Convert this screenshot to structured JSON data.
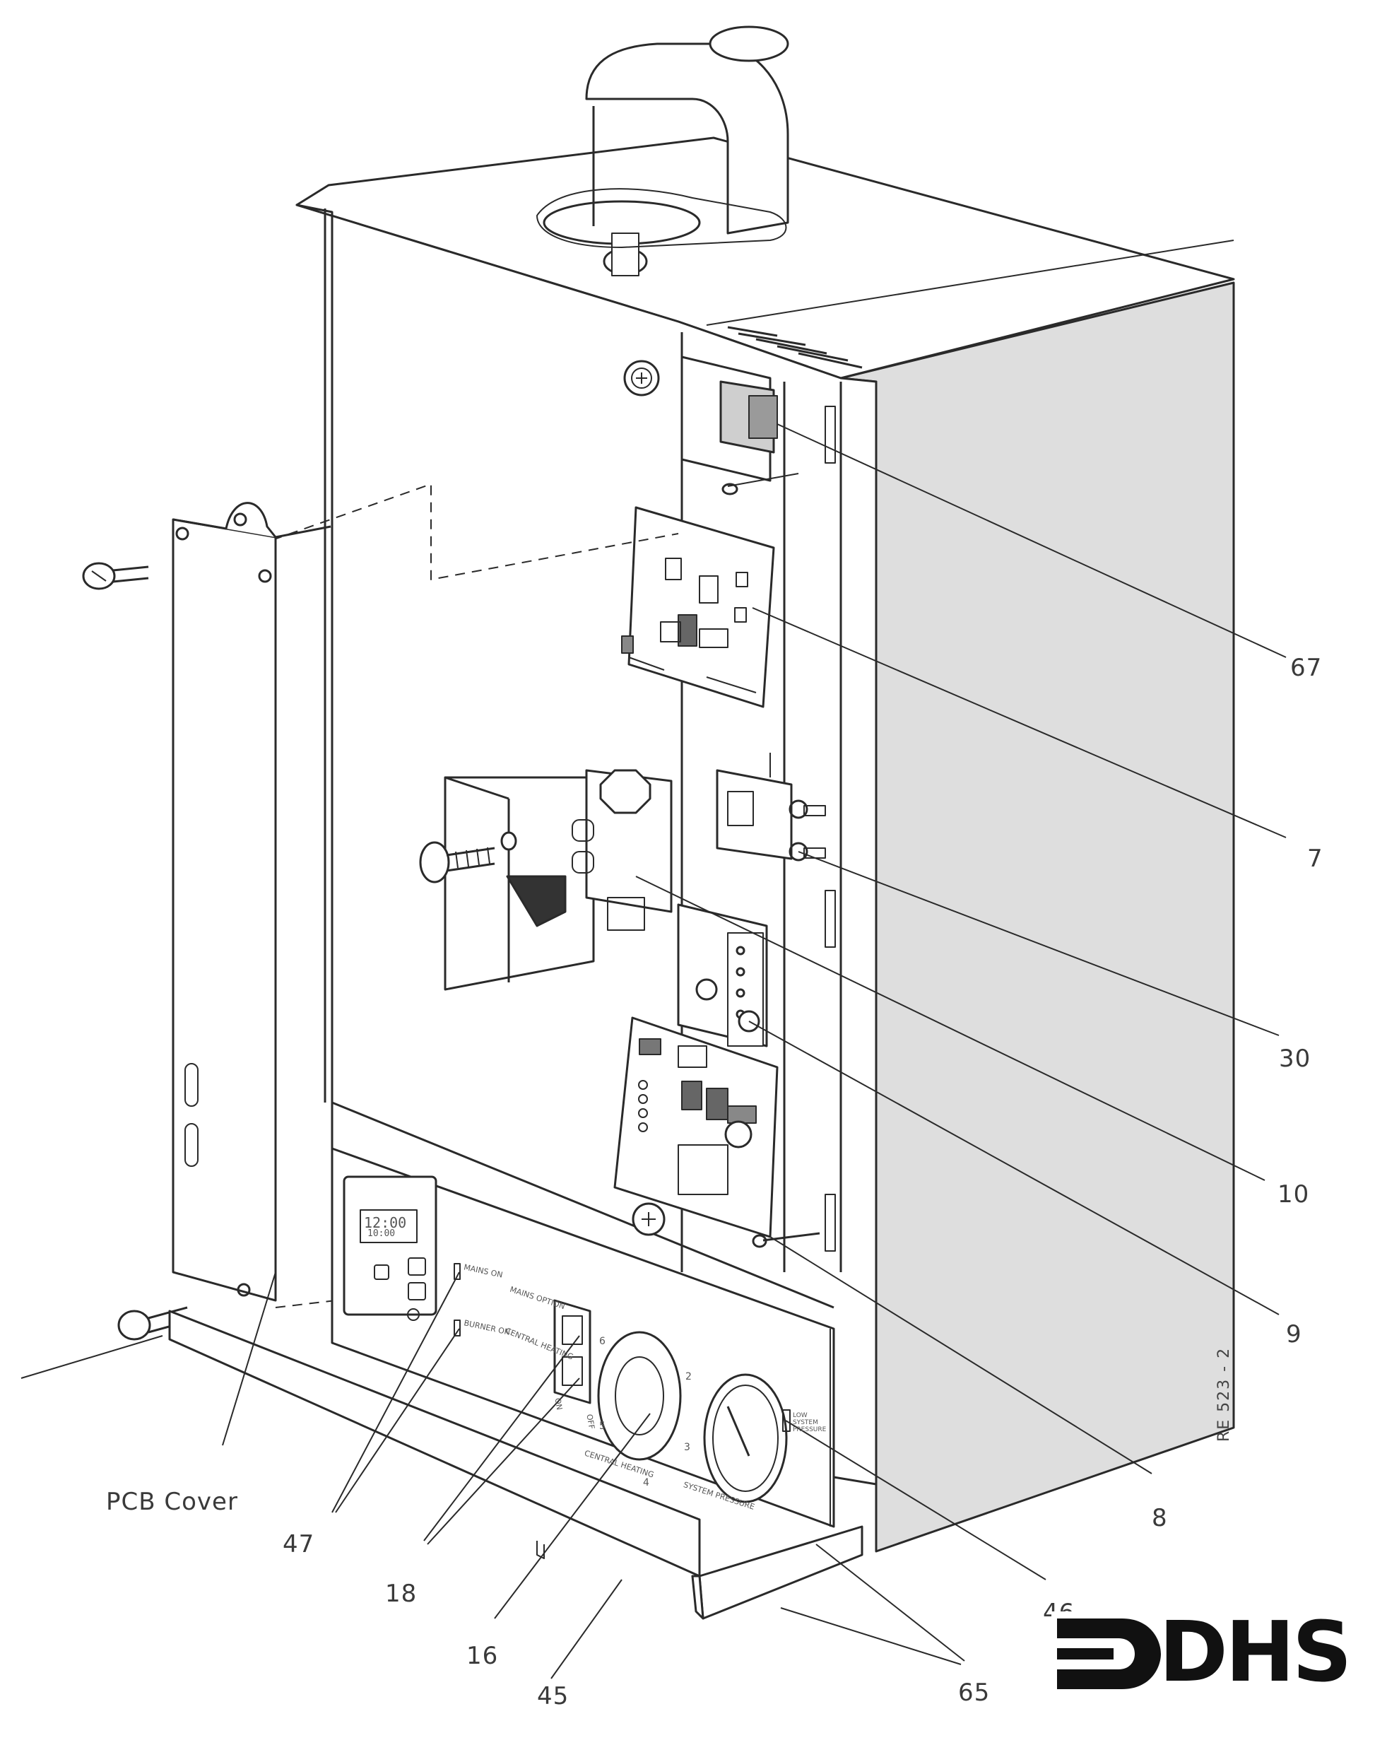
{
  "figure": {
    "reference_code": "RE 523 - 2",
    "logo_text": "DHS"
  },
  "callouts": {
    "c67": "67",
    "c7": "7",
    "c30": "30",
    "c10": "10",
    "c9": "9",
    "c8": "8",
    "c46": "46",
    "c65": "65",
    "c45": "45",
    "c16": "16",
    "c18": "18",
    "c47": "47",
    "pcb_cover": "PCB Cover"
  },
  "control_panel": {
    "clock_time": "12:00",
    "clock_time_small": "10:00",
    "mains_on": "MAINS ON",
    "burner_on": "BURNER ON",
    "mains_option": "MAINS OPTION",
    "central_heating_switch": "CENTRAL HEATING",
    "switch_on": "ON",
    "switch_off": "OFF",
    "central_heating_dial": "CENTRAL HEATING",
    "system_pressure": "SYSTEM PRESSURE",
    "low_system_pressure": "LOW SYSTEM PRESSURE",
    "dial_numbers": [
      "2",
      "3",
      "4",
      "5",
      "6"
    ]
  },
  "colors": {
    "line": "#2a2a2a",
    "side_panel": "#dedede",
    "body": "#ffffff",
    "label": "#3a3a3a"
  }
}
